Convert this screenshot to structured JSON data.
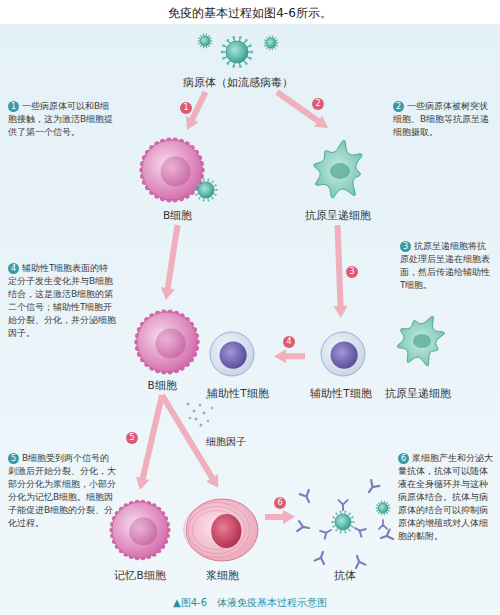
{
  "diagram": {
    "title": "免疫的基本过程如图4-6所示。",
    "caption": "▲图4-6　体液免疫基本过程示意图",
    "nodes": [
      {
        "text": [
          "病原体（如流感病毒）"
        ]
      },
      {
        "text": [
          "B细胞"
        ]
      },
      {
        "text": [
          "抗原呈递细胞"
        ]
      },
      {
        "text": [
          "B细胞"
        ]
      },
      {
        "text": [
          "辅助性T细胞"
        ]
      },
      {
        "text": [
          "辅助性T细胞"
        ]
      },
      {
        "text": [
          "抗原呈递细胞"
        ]
      },
      {
        "text": [
          "记忆B细胞"
        ]
      },
      {
        "text": [
          "浆细胞"
        ]
      },
      {
        "text": [
          "抗体"
        ]
      }
    ],
    "edges": [
      {
        "from": 0,
        "to": 1,
        "arrow": "to"
      },
      {
        "from": 0,
        "to": 2,
        "arrow": "to"
      },
      {
        "from": 2,
        "to": 5,
        "arrow": "to"
      },
      {
        "from": 5,
        "to": 4,
        "arrow": "to"
      },
      {
        "from": 1,
        "to": 3,
        "arrow": "to"
      },
      {
        "from": 3,
        "to": 7,
        "arrow": "to"
      },
      {
        "from": 3,
        "to": 8,
        "arrow": "to"
      },
      {
        "from": 8,
        "to": 9,
        "arrow": "to"
      }
    ],
    "labels": [
      "1",
      "一些病原体可以和B细胞接触，这为激活B细胞提供了第一个信号。",
      "2",
      "一些病原体被树突状细胞、B细胞等抗原呈递细胞摄取。",
      "3",
      "抗原呈递细胞将抗原处理后呈递在细胞表面，然后传递给辅助性T细胞。",
      "4",
      "辅助性T细胞表面的特定分子发生变化并与B细胞结合，这是激活B细胞的第二个信号；辅助性T细胞开始分裂、分化，并分泌细胞因子。",
      "5",
      "B细胞受到两个信号的刺激后开始分裂、分化，大部分分化为浆细胞，小部分分化为记忆B细胞。细胞因子能促进B细胞的分裂、分化过程。",
      "6",
      "浆细胞产生和分泌大量抗体，抗体可以随体液在全身循环并与这种病原体结合。抗体与病原体的结合可以抑制病原体的增殖或对人体细胞的黏附。",
      "1",
      "2",
      "3",
      "4",
      "5",
      "6",
      "细胞因子"
    ]
  }
}
